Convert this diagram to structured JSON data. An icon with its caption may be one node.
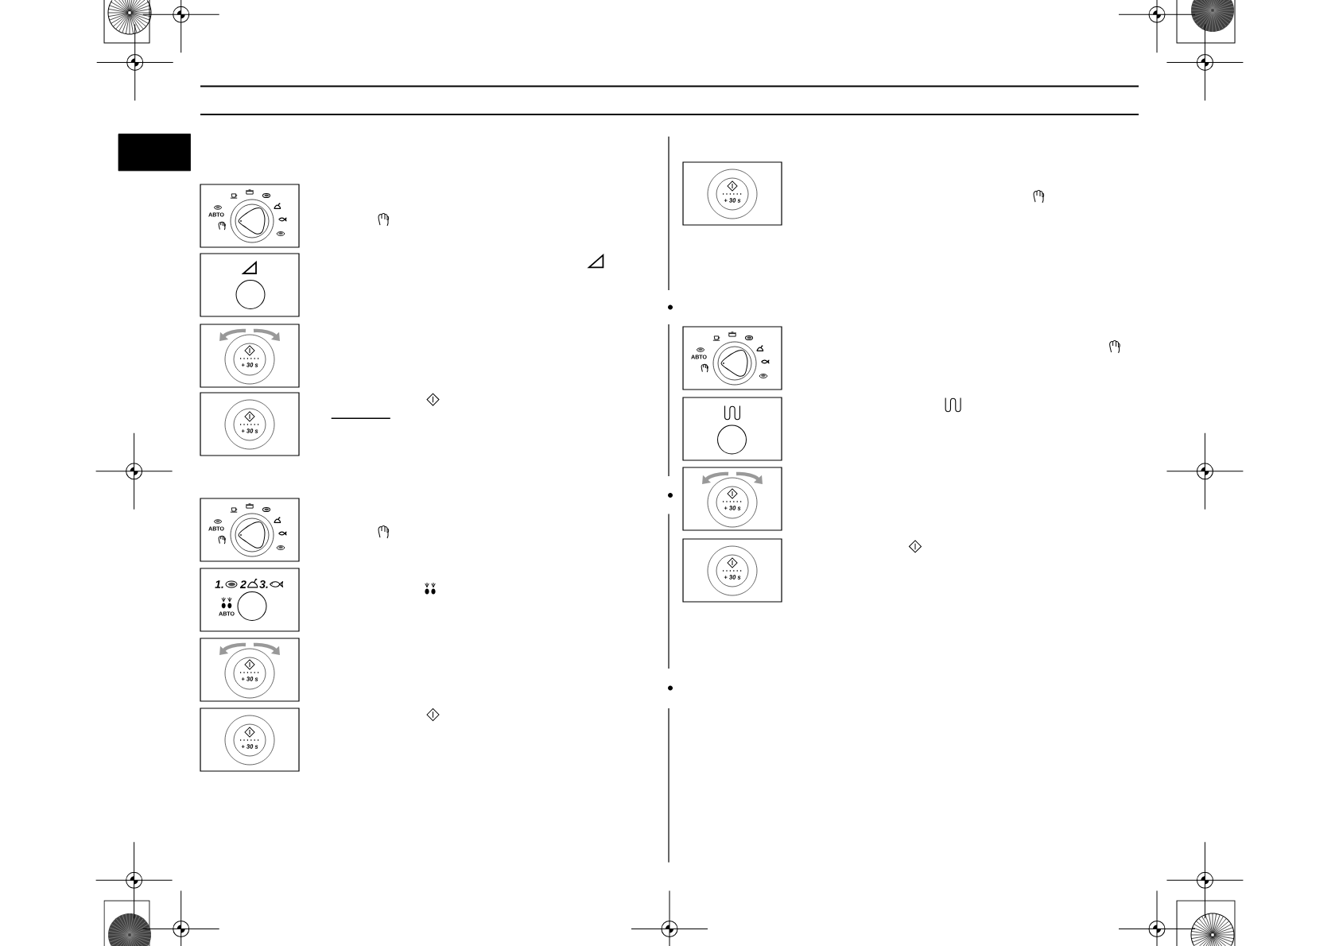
{
  "diagram": {
    "nodes": [
      {
        "text": [],
        "shape": "box"
      },
      {
        "text": [
          "АВТО"
        ]
      },
      {
        "text": [],
        "shape": "box"
      },
      {
        "text": [
          "+ 30 s"
        ]
      },
      {
        "text": [
          "+ 30 s"
        ]
      },
      {
        "text": [
          "АВТО"
        ]
      },
      {
        "text": [
          "1.",
          "2",
          "3.",
          "АВТО"
        ]
      },
      {
        "text": [
          "+ 30 s"
        ]
      },
      {
        "text": [
          "+ 30 s"
        ]
      },
      {
        "text": [
          "+ 30 s"
        ]
      },
      {
        "text": [
          "АВТО"
        ]
      },
      {
        "text": [],
        "shape": "box"
      },
      {
        "text": [
          "+ 30 s"
        ]
      },
      {
        "text": [
          "+ 30 s"
        ]
      }
    ]
  }
}
